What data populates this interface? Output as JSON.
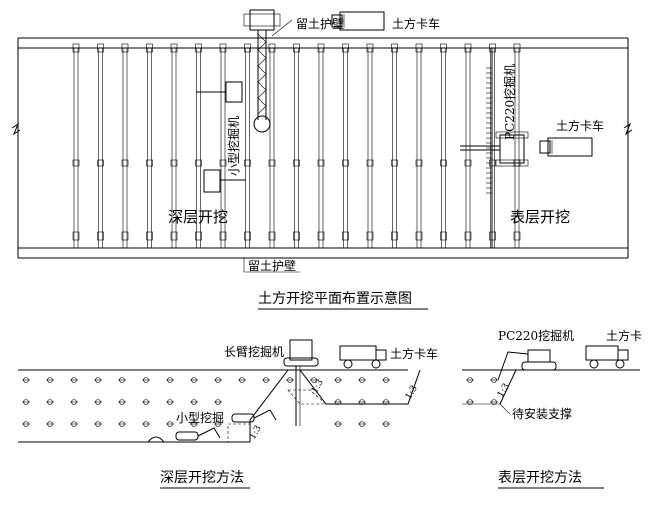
{
  "plan": {
    "title": "土方开挖平面布置示意图",
    "labels": {
      "retain_top": "留土护壁",
      "retain_bottom": "留土护壁",
      "truck_top": "土方卡车",
      "truck_right": "土方卡车",
      "pc220": "PC220挖掘机",
      "small_exc": "小型挖掘机",
      "deep": "深层开挖",
      "surface": "表层开挖"
    }
  },
  "deep_section": {
    "title": "深层开挖方法",
    "labels": {
      "long_arm": "长臂挖掘机",
      "truck": "土方卡车",
      "small_exc": "小型挖掘",
      "slope": "1:3"
    }
  },
  "surface_section": {
    "title": "表层开挖方法",
    "labels": {
      "pc220": "PC220挖掘机",
      "truck": "土方卡",
      "brace": "待安装支撑",
      "slope": "1:3"
    }
  },
  "colors": {
    "line": "#000000",
    "background": "#ffffff"
  }
}
